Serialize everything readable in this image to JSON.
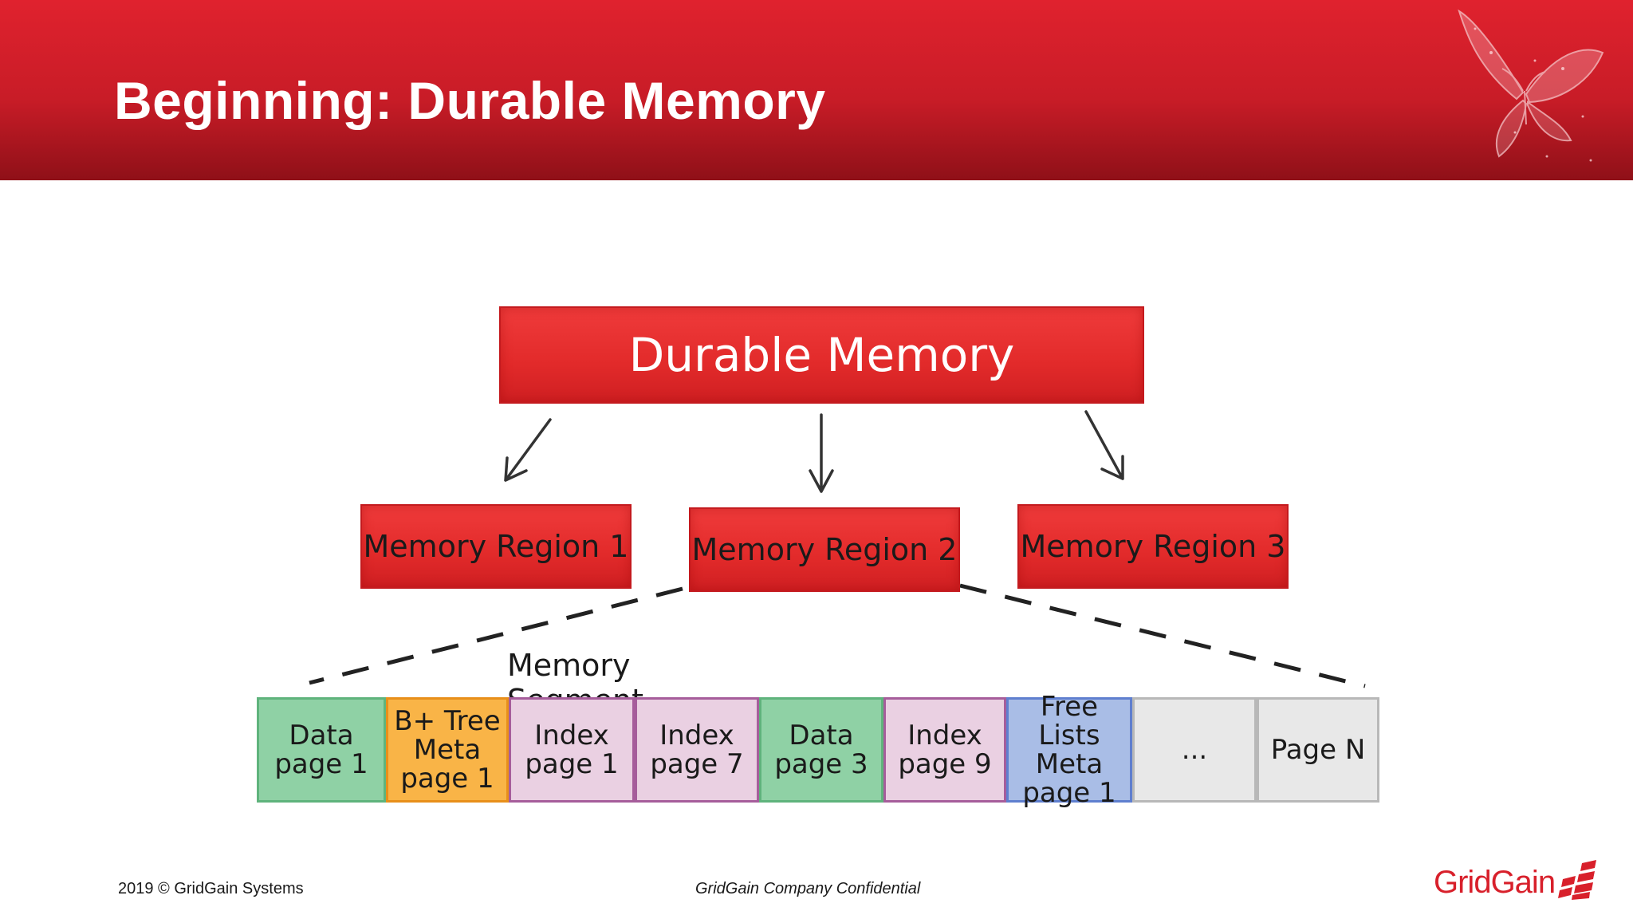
{
  "slide": {
    "title": "Beginning: Durable Memory"
  },
  "diagram": {
    "root": "Durable Memory",
    "regions": [
      "Memory Region 1",
      "Memory Region 2",
      "Memory Region 3"
    ],
    "segment_label": "Memory Segment",
    "pages": [
      {
        "label": "Data\npage 1",
        "color": "#8fd1a5"
      },
      {
        "label": "B+ Tree\nMeta\npage 1",
        "color": "#f9b447"
      },
      {
        "label": "Index\npage 1",
        "color": "#ead0e2"
      },
      {
        "label": "Index\npage 7",
        "color": "#ead0e2"
      },
      {
        "label": "Data\npage 3",
        "color": "#8fd1a5"
      },
      {
        "label": "Index\npage 9",
        "color": "#ead0e2"
      },
      {
        "label": "Free Lists\nMeta\npage 1",
        "color": "#a9bde6"
      },
      {
        "label": "...",
        "color": "#e8e8e8"
      },
      {
        "label": "Page N",
        "color": "#e8e8e8"
      }
    ]
  },
  "footer": {
    "copyright": "2019 © GridGain Systems",
    "confidential": "GridGain Company Confidential",
    "logo_text": "GridGain"
  },
  "colors": {
    "header_red": "#d8202b",
    "box_red": "#e22a2a"
  },
  "icons": [
    "butterfly-icon",
    "gridgain-logo-mark-icon"
  ]
}
